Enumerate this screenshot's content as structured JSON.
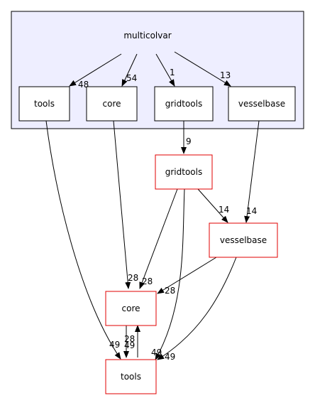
{
  "cluster": {
    "title": "multicolvar"
  },
  "nodes": {
    "inner_tools": {
      "label": "tools"
    },
    "inner_core": {
      "label": "core"
    },
    "inner_gridtools": {
      "label": "gridtools"
    },
    "inner_vesselbase": {
      "label": "vesselbase"
    },
    "gridtools": {
      "label": "gridtools"
    },
    "vesselbase": {
      "label": "vesselbase"
    },
    "core": {
      "label": "core"
    },
    "tools": {
      "label": "tools"
    }
  },
  "edges": [
    {
      "id": "cluster-to-tools",
      "from": "multicolvar",
      "to": "tools (multicolvar)",
      "label": "48"
    },
    {
      "id": "cluster-to-core",
      "from": "multicolvar",
      "to": "core (multicolvar)",
      "label": "54"
    },
    {
      "id": "cluster-to-gridtools",
      "from": "multicolvar",
      "to": "gridtools (multicolvar)",
      "label": "1"
    },
    {
      "id": "cluster-to-vesselbase",
      "from": "multicolvar",
      "to": "vesselbase (multicolvar)",
      "label": "13"
    },
    {
      "id": "gridtools-inner-to-gridtools",
      "from": "gridtools (multicolvar)",
      "to": "gridtools",
      "label": "9"
    },
    {
      "id": "gridtools-to-vesselbase",
      "from": "gridtools",
      "to": "vesselbase",
      "label": "14"
    },
    {
      "id": "vesselbase-inner-to-vesselbase",
      "from": "vesselbase (multicolvar)",
      "to": "vesselbase",
      "label": "14"
    },
    {
      "id": "inner-core-to-core",
      "from": "core (multicolvar)",
      "to": "core",
      "label": "28"
    },
    {
      "id": "gridtools-to-core",
      "from": "gridtools",
      "to": "core",
      "label": "28"
    },
    {
      "id": "vesselbase-to-core",
      "from": "vesselbase",
      "to": "core",
      "label": "28"
    },
    {
      "id": "core-to-tools",
      "from": "core",
      "to": "tools",
      "label": "49"
    },
    {
      "id": "tools-to-core",
      "from": "tools",
      "to": "core",
      "label": "28"
    },
    {
      "id": "inner-tools-to-tools",
      "from": "tools (multicolvar)",
      "to": "tools",
      "label": "49"
    },
    {
      "id": "gridtools-to-tools",
      "from": "gridtools",
      "to": "tools",
      "label": "49"
    },
    {
      "id": "vesselbase-to-tools",
      "from": "vesselbase",
      "to": "tools",
      "label": "49"
    }
  ],
  "colors": {
    "cluster_fill": "#eeeeff",
    "cluster_stroke": "#000000",
    "inner_node_stroke": "#000000",
    "outer_node_stroke": "#e00000",
    "edge": "#000000"
  }
}
